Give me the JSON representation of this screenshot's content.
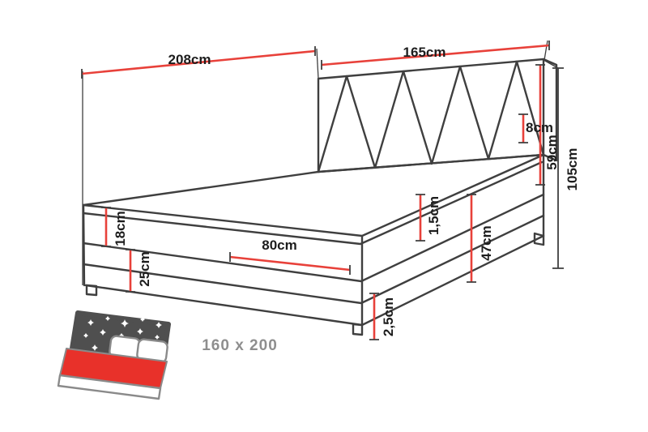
{
  "diagram": {
    "title": "boxspring-bed-dimension-diagram",
    "dimensions": {
      "side_length": "208cm",
      "headboard_width": "165cm",
      "headboard_thickness": "8cm",
      "headboard_height": "59cm",
      "total_height": "105cm",
      "mattress_height": "18cm",
      "base_height": "25cm",
      "piping_height": "1,5cm",
      "seat_height": "47cm",
      "feet_height": "2,5cm",
      "half_width": "80cm"
    },
    "size_label": "160 x 200",
    "colors": {
      "dimension_line": "#e8413a",
      "drawing_line": "#3f3f3f",
      "label_text": "#1d1d1d",
      "size_text": "#8e8e8e",
      "icon_dark": "#4f4f4f",
      "icon_red": "#e8312a",
      "icon_outline": "#8a8a8a"
    }
  }
}
